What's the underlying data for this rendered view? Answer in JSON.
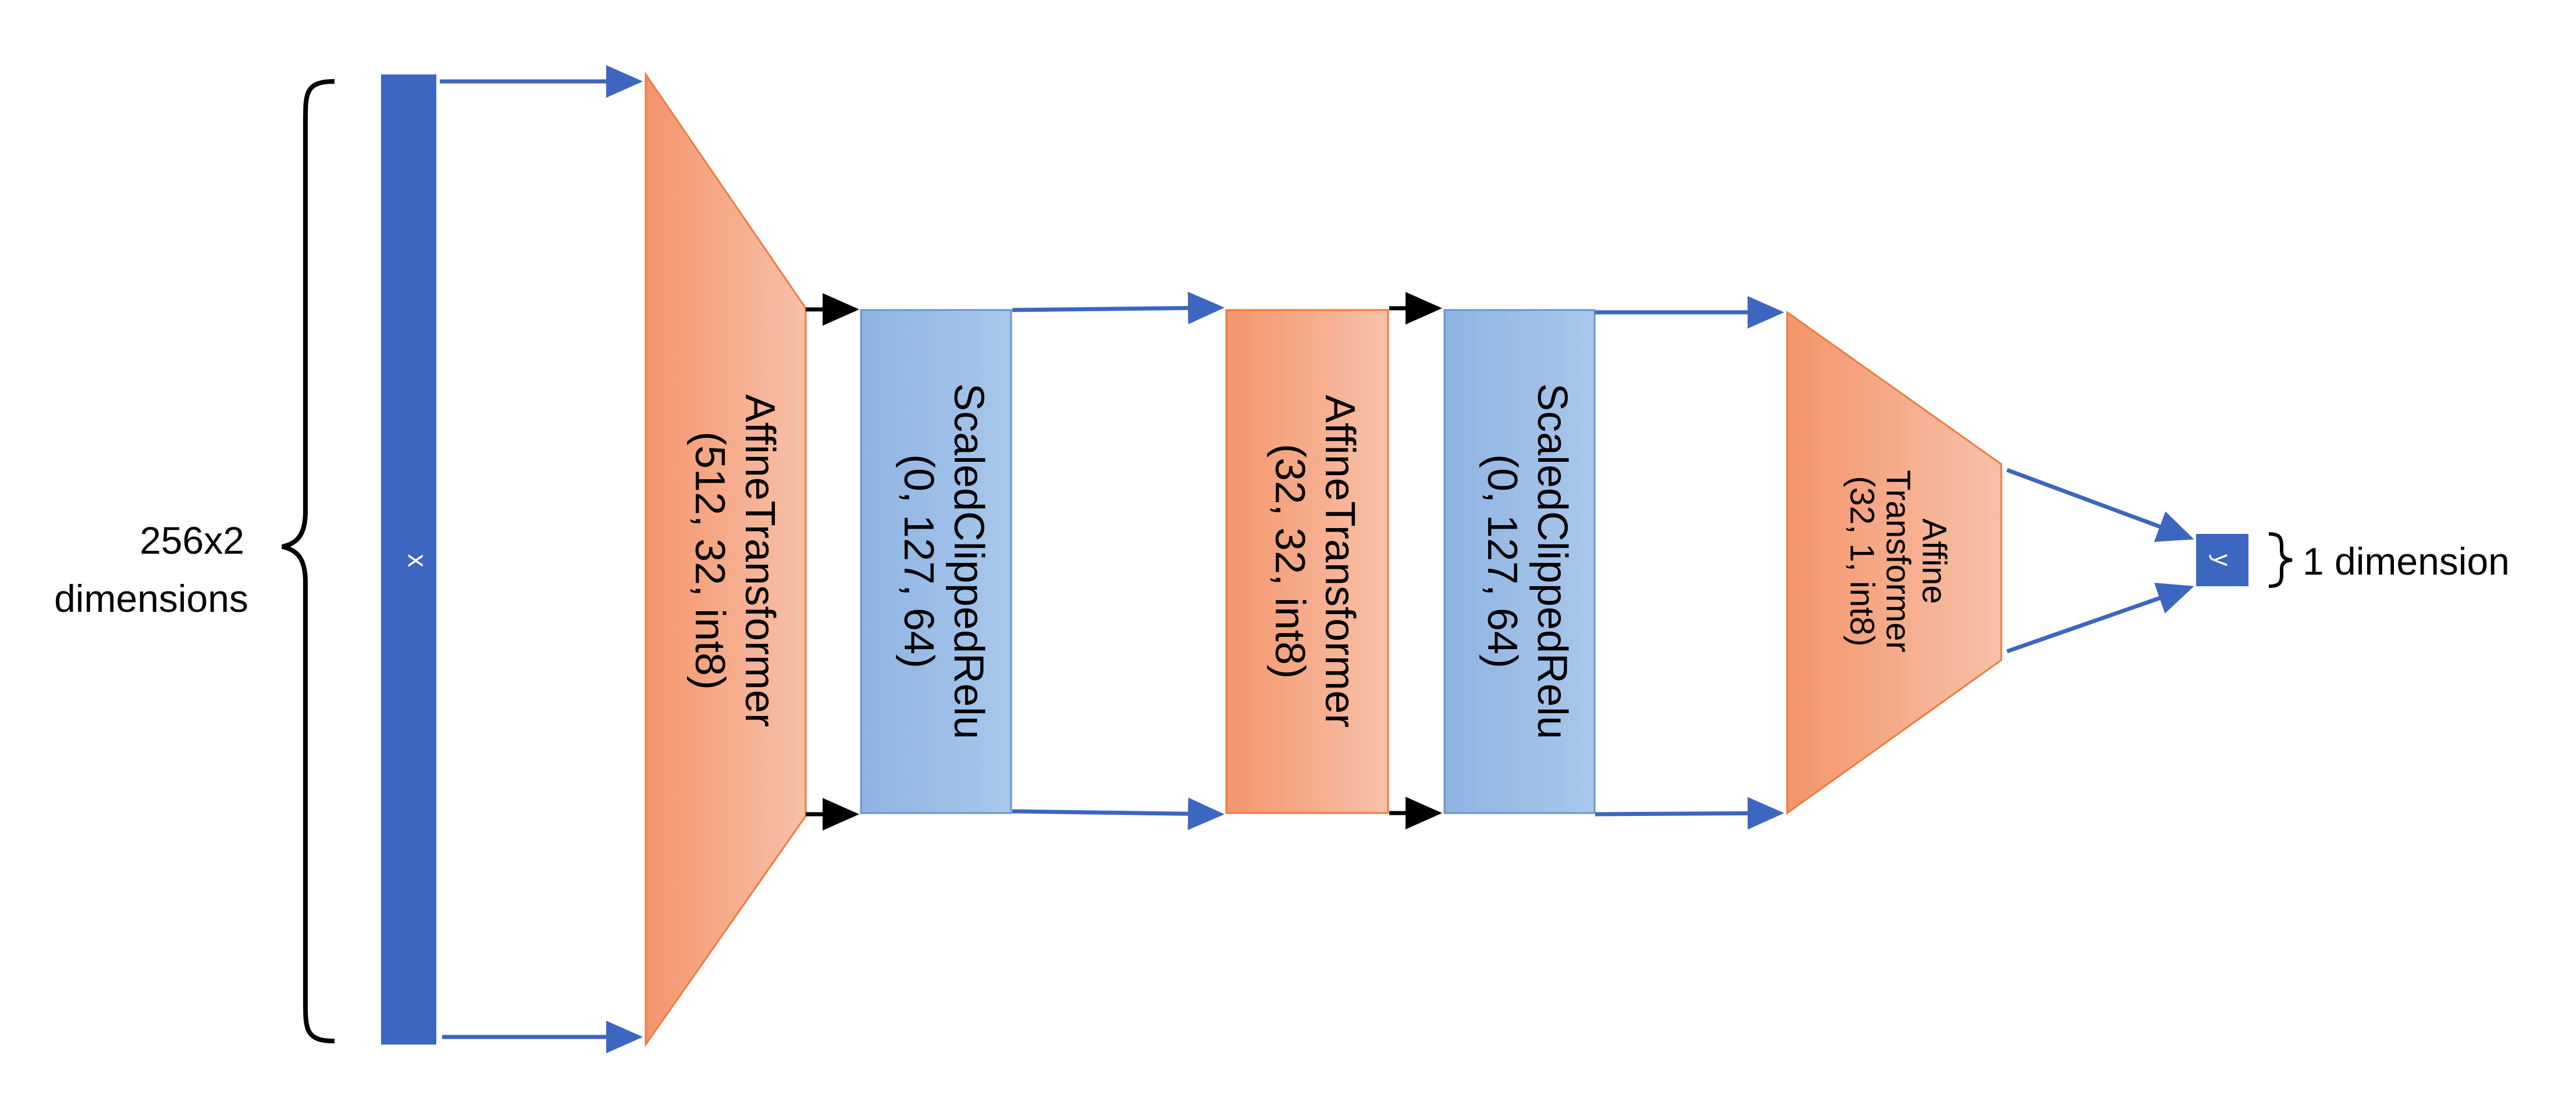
{
  "input": {
    "label": "x",
    "size_text_line1": "256x2",
    "size_text_line2": "dimensions"
  },
  "output": {
    "label": "y",
    "size_text": "1 dimension"
  },
  "layers": [
    {
      "kind": "affine",
      "name": "AffineTransformer",
      "params": "(512, 32, int8)"
    },
    {
      "kind": "activation",
      "name": "ScaledClippedRelu",
      "params": "(0, 127, 64)"
    },
    {
      "kind": "affine",
      "name": "AffineTransformer",
      "params": "(32, 32, int8)"
    },
    {
      "kind": "activation",
      "name": "ScaledClippedRelu",
      "params": "(0, 127, 64)"
    },
    {
      "kind": "affine",
      "name_line1": "Affine",
      "name_line2": "Transformer",
      "params": "(32, 1, int8)"
    }
  ],
  "colors": {
    "affine_dark": "#f4956c",
    "affine_light": "#f7c1a8",
    "activation_dark": "#8fb4e2",
    "activation_light": "#a8c7eb",
    "io_block": "#3c66c0",
    "arrow_blue": "#3c66c0",
    "arrow_black": "#000000"
  }
}
